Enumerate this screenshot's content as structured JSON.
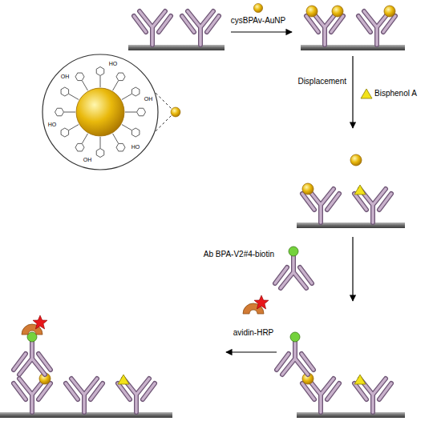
{
  "diagram": {
    "labels": [
      "cysBPAv-AuNP",
      "Displacement",
      "Bisphenol A",
      "Ab BPA-V2#4-biotin",
      "avidin-HRP",
      "HO",
      "OH",
      "HO",
      "OH",
      "HO",
      "OH"
    ]
  }
}
